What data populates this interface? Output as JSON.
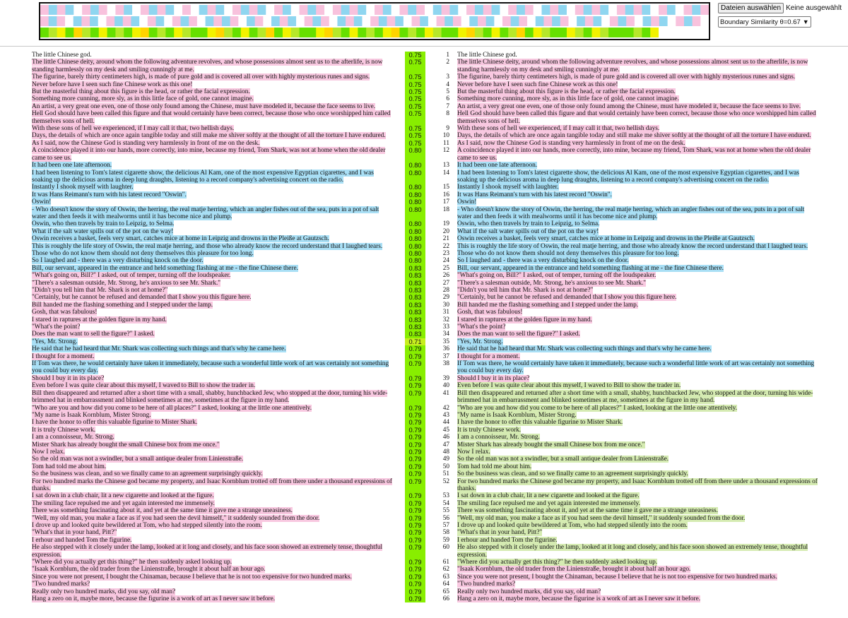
{
  "controls": {
    "file_button": "Dateien auswählen",
    "file_status": "Keine ausgewählt",
    "select_value": "Boundary Similarity θ=0.67"
  },
  "overview": {
    "colors": {
      "pink": "#f8c2dd",
      "blue": "#8fd6f0",
      "white": "#ffffff",
      "green": "#66e000",
      "yellow": "#f2f200",
      "lime": "#b6e82a",
      "orange": "#ffd400"
    },
    "rows": [
      [
        "pink",
        "blue",
        "pink",
        "blue",
        "white",
        "pink",
        "blue",
        "pink",
        "white",
        "pink",
        "blue",
        "white",
        "pink",
        "blue",
        "pink",
        "blue",
        "white",
        "pink",
        "white",
        "blue",
        "pink",
        "blue",
        "white",
        "pink",
        "blue",
        "pink",
        "blue",
        "white",
        "pink",
        "blue",
        "white",
        "pink",
        "blue",
        "pink",
        "white",
        "pink",
        "blue",
        "pink",
        "blue",
        "white",
        "pink",
        "blue",
        "white",
        "pink",
        "blue",
        "pink",
        "white",
        "blue",
        "pink",
        "blue",
        "white",
        "pink",
        "blue",
        "pink",
        "blue",
        "white",
        "pink",
        "blue",
        "pink",
        "white",
        "blue",
        "pink",
        "blue",
        "white",
        "pink",
        "blue",
        "pink",
        "blue",
        "white",
        "pink",
        "blue",
        "pink",
        "blue",
        "white",
        "pink",
        "blue",
        "white",
        "pink",
        "blue",
        "pink"
      ],
      [
        "pink",
        "blue",
        "pink",
        "white",
        "blue",
        "pink",
        "blue",
        "white",
        "pink",
        "blue",
        "pink",
        "blue",
        "white",
        "pink",
        "blue",
        "white",
        "pink",
        "blue",
        "pink",
        "white",
        "blue",
        "pink",
        "blue",
        "pink",
        "white",
        "blue",
        "pink",
        "white",
        "blue",
        "pink",
        "blue",
        "white",
        "pink",
        "blue",
        "pink",
        "white",
        "blue",
        "pink",
        "blue",
        "white",
        "pink",
        "blue",
        "pink",
        "blue",
        "white",
        "pink",
        "blue",
        "white",
        "pink",
        "blue",
        "pink",
        "white",
        "blue",
        "pink",
        "blue",
        "white",
        "pink",
        "blue",
        "pink",
        "white",
        "blue",
        "pink",
        "blue",
        "pink",
        "white",
        "blue",
        "pink",
        "blue",
        "white",
        "pink",
        "blue",
        "pink",
        "white",
        "blue",
        "pink",
        "blue",
        "white",
        "pink",
        "blue",
        "pink",
        "white"
      ],
      [
        "green",
        "lime",
        "yellow",
        "green",
        "orange",
        "lime",
        "green",
        "yellow",
        "green",
        "lime",
        "green",
        "yellow",
        "orange",
        "green",
        "lime",
        "green",
        "yellow",
        "lime",
        "green",
        "green",
        "yellow",
        "orange",
        "lime",
        "green",
        "yellow",
        "green",
        "lime",
        "orange",
        "green",
        "yellow",
        "lime",
        "green",
        "green",
        "yellow",
        "orange",
        "lime",
        "green",
        "yellow",
        "green",
        "lime",
        "green",
        "yellow",
        "orange",
        "green",
        "lime",
        "green",
        "yellow",
        "lime",
        "green",
        "green",
        "yellow",
        "orange",
        "lime",
        "green",
        "yellow",
        "green",
        "lime",
        "orange",
        "green",
        "yellow",
        "lime",
        "green",
        "green",
        "yellow",
        "lime",
        "green",
        "yellow",
        "lime",
        "green",
        "green",
        "green",
        "lime",
        "green",
        "yellow",
        "white",
        "white",
        "white",
        "white",
        "white",
        "white"
      ]
    ]
  },
  "lines": [
    {
      "no": "1",
      "score": "0.75",
      "cls": "",
      "sc": "sg",
      "text": "The little Chinese god."
    },
    {
      "no": "2",
      "score": "0.75",
      "cls": "pk",
      "sc": "sg",
      "text": "The little Chinese deity, around whom the following adventure revolves, and whose possessions almost sent us to the afterlife, is now standing harmlessly on my desk and smiling cunningly at me."
    },
    {
      "no": "3",
      "score": "0.75",
      "cls": "pk",
      "sc": "sg",
      "text": "The figurine, barely thirty centimeters high, is made of pure gold and is covered all over with highly mysterious runes and signs."
    },
    {
      "no": "4",
      "score": "0.75",
      "cls": "pk",
      "sc": "sg",
      "text": "Never before have I seen such fine Chinese work as this one!"
    },
    {
      "no": "5",
      "score": "0.75",
      "cls": "pk",
      "sc": "sg",
      "text": "But the masterful thing about this figure is the head, or rather the facial expression."
    },
    {
      "no": "6",
      "score": "0.75",
      "cls": "pk",
      "sc": "sg",
      "text": "Something more cunning, more sly, as in this little face of gold, one cannot imagine."
    },
    {
      "no": "7",
      "score": "0.75",
      "cls": "pk",
      "sc": "sg",
      "text": "An artist, a very great one even, one of those only found among the Chinese, must have modeled it, because the face seems to live."
    },
    {
      "no": "8",
      "score": "0.75",
      "cls": "pk",
      "sc": "sg",
      "text": "Hell God should have been called this figure and that would certainly have been correct, because those who once worshipped him called themselves sons of hell."
    },
    {
      "no": "9",
      "score": "0.75",
      "cls": "pk",
      "sc": "sg",
      "text": "With these sons of hell we experienced, if I may call it that, two hellish days."
    },
    {
      "no": "10",
      "score": "0.75",
      "cls": "pk",
      "sc": "sg",
      "text": "Days, the details of which are once again tangible today and still make me shiver softly at the thought of all the torture I have endured."
    },
    {
      "no": "11",
      "score": "0.75",
      "cls": "pk",
      "sc": "sg",
      "text": "As I said, now the Chinese God is standing very harmlessly in front of me on the desk."
    },
    {
      "no": "12",
      "score": "0.80",
      "cls": "pk",
      "sc": "sg",
      "text": "A coincidence played it into our hands, more correctly, into mine, because my friend, Tom Shark, was not at home when the old dealer came to see us."
    },
    {
      "no": "13",
      "score": "0.80",
      "cls": "bl",
      "sc": "sg",
      "text": "It had been one late afternoon."
    },
    {
      "no": "14",
      "score": "0.80",
      "cls": "bl",
      "sc": "sg",
      "text": "I had been listening to Tom's latest cigarette show, the delicious Al Kam, one of the most expensive Egyptian cigarettes, and I was soaking up the delicious aroma in deep lung draughts, listening to a record company's advertising concert on the radio."
    },
    {
      "no": "15",
      "score": "0.80",
      "cls": "bl",
      "sc": "sg",
      "text": "Instantly I shook myself with laughter."
    },
    {
      "no": "16",
      "score": "0.80",
      "cls": "bl",
      "sc": "sg",
      "text": "It was Hans Reimann's turn with his latest record \"Oswin\"."
    },
    {
      "no": "17",
      "score": "0.80",
      "cls": "bl",
      "sc": "sg",
      "text": "Oswin!"
    },
    {
      "no": "18",
      "score": "0.80",
      "cls": "bl",
      "sc": "sg",
      "text": "- Who doesn't know the story of Oswin, the herring, the real matje herring, which an angler fishes out of the sea, puts in a pot of salt water and then feeds it with mealworms until it has become nice and plump."
    },
    {
      "no": "19",
      "score": "0.80",
      "cls": "bl",
      "sc": "sg",
      "text": "Oswin, who then travels by train to Leipzig, to Selma."
    },
    {
      "no": "20",
      "score": "0.80",
      "cls": "bl",
      "sc": "sg",
      "text": "What if the salt water spills out of the pot on the way!"
    },
    {
      "no": "21",
      "score": "0.80",
      "cls": "bl",
      "sc": "sg",
      "text": "Oswin receives a basket, feels very smart, catches mice at home in Leipzig and drowns in the Pleiße at Gautzsch."
    },
    {
      "no": "22",
      "score": "0.80",
      "cls": "bl",
      "sc": "sg",
      "text": "This is roughly the life story of Oswin, the real matje herring, and those who already know the record understand that I laughed tears."
    },
    {
      "no": "23",
      "score": "0.80",
      "cls": "bl",
      "sc": "sg",
      "text": "Those who do not know them should not deny themselves this pleasure for too long."
    },
    {
      "no": "24",
      "score": "0.80",
      "cls": "bl",
      "sc": "sg",
      "text": "So I laughed and - there was a very disturbing knock on the door."
    },
    {
      "no": "25",
      "score": "0.83",
      "cls": "bl",
      "sc": "sg",
      "text": "Bill, our servant, appeared in the entrance and held something flashing at me - the fine Chinese there."
    },
    {
      "no": "26",
      "score": "0.83",
      "cls": "pk",
      "sc": "sg",
      "text": "\"What's going on, Bill?\" I asked, out of temper, turning off the loudspeaker."
    },
    {
      "no": "27",
      "score": "0.83",
      "cls": "pk",
      "sc": "sg",
      "text": "\"There's a salesman outside, Mr. Strong, he's anxious to see Mr. Shark.\""
    },
    {
      "no": "28",
      "score": "0.83",
      "cls": "pk",
      "sc": "sg",
      "text": "\"Didn't you tell him that Mr. Shark is not at home?\""
    },
    {
      "no": "29",
      "score": "0.83",
      "cls": "pk",
      "sc": "sg",
      "text": "\"Certainly, but he cannot be refused and demanded that I show you this figure here."
    },
    {
      "no": "30",
      "score": "0.83",
      "cls": "pk",
      "sc": "sg",
      "text": "Bill handed me the flashing something and I stepped under the lamp."
    },
    {
      "no": "31",
      "score": "0.83",
      "cls": "pk",
      "sc": "sg",
      "text": "Gosh, that was fabulous!"
    },
    {
      "no": "32",
      "score": "0.83",
      "cls": "pk",
      "sc": "sg",
      "text": "I stared in raptures at the golden figure in my hand."
    },
    {
      "no": "33",
      "score": "0.83",
      "cls": "pk",
      "sc": "sg",
      "text": "\"What's the point?"
    },
    {
      "no": "34",
      "score": "0.83",
      "cls": "pk",
      "sc": "sg",
      "text": "Does the man want to sell the figure?\" I asked."
    },
    {
      "no": "35",
      "score": "0.71",
      "cls": "bl",
      "sc": "sy",
      "text": "\"Yes, Mr. Strong."
    },
    {
      "no": "36",
      "score": "0.79",
      "cls": "bl",
      "sc": "sg",
      "text": "He said that he had heard that Mr. Shark was collecting such things and that's why he came here."
    },
    {
      "no": "37",
      "score": "0.79",
      "cls": "pk",
      "sc": "sg",
      "text": "I thought for a moment."
    },
    {
      "no": "38",
      "score": "0.79",
      "cls": "bl",
      "sc": "sg",
      "text": "If Tom was there, he would certainly have taken it immediately, because such a wonderful little work of art was certainly not something you could buy every day."
    },
    {
      "no": "39",
      "score": "0.79",
      "cls": "pk",
      "sc": "sg",
      "text": "Should I buy it in its place?"
    },
    {
      "no": "40",
      "score": "0.79",
      "cls": "pk",
      "sc": "sg",
      "text": "Even before I was quite clear about this myself, I waved to Bill to show the trader in."
    },
    {
      "no": "41",
      "score": "0.79",
      "cls": "pk",
      "sc": "sg",
      "text": "Bill then disappeared and returned after a short time with a small, shabby, hunchbacked Jew, who stopped at the door, turning his wide-brimmed hat in embarrassment and blinked sometimes at me, sometimes at the figure in my hand."
    },
    {
      "no": "42",
      "score": "0.79",
      "cls": "pk",
      "sc": "sg",
      "text": "\"Who are you and how did you come to be here of all places?\" I asked, looking at the little one attentively."
    },
    {
      "no": "43",
      "score": "0.79",
      "cls": "pk",
      "sc": "sg",
      "text": "\"My name is Isaak Kornblum, Mister Strong."
    },
    {
      "no": "44",
      "score": "0.79",
      "cls": "pk",
      "sc": "sg",
      "text": "I have the honor to offer this valuable figurine to Mister Shark."
    },
    {
      "no": "45",
      "score": "0.79",
      "cls": "pk",
      "sc": "sg",
      "text": "It is truly Chinese work."
    },
    {
      "no": "46",
      "score": "0.79",
      "cls": "pk",
      "sc": "sg",
      "text": "I am a connoisseur, Mr. Strong."
    },
    {
      "no": "47",
      "score": "0.79",
      "cls": "pk",
      "sc": "sg",
      "text": "Mister Shark has already bought the small Chinese box from me once.\""
    },
    {
      "no": "48",
      "score": "0.79",
      "cls": "pk",
      "sc": "sg",
      "text": "Now I relax."
    },
    {
      "no": "49",
      "score": "0.79",
      "cls": "pk",
      "sc": "sg",
      "text": "So the old man was not a swindler, but a small antique dealer from Linienstraße."
    },
    {
      "no": "50",
      "score": "0.79",
      "cls": "pk",
      "sc": "sg",
      "text": "Tom had told me about him."
    },
    {
      "no": "51",
      "score": "0.79",
      "cls": "pk",
      "sc": "sg",
      "text": "So the business was clean, and so we finally came to an agreement surprisingly quickly."
    },
    {
      "no": "52",
      "score": "0.79",
      "cls": "pk",
      "sc": "sg",
      "text": "For two hundred marks the Chinese god became my property, and Isaac Kornblum trotted off from there under a thousand expressions of thanks."
    },
    {
      "no": "53",
      "score": "0.79",
      "cls": "pk",
      "sc": "sg",
      "text": "I sat down in a club chair, lit a new cigarette and looked at the figure."
    },
    {
      "no": "54",
      "score": "0.79",
      "cls": "pk",
      "sc": "sg",
      "text": "The smiling face repulsed me and yet again interested me immensely."
    },
    {
      "no": "55",
      "score": "0.79",
      "cls": "pk",
      "sc": "sg",
      "text": "There was something fascinating about it, and yet at the same time it gave me a strange uneasiness."
    },
    {
      "no": "56",
      "score": "0.79",
      "cls": "pk",
      "sc": "sg",
      "text": "\"Well, my old man, you make a face as if you had seen the devil himself,\" it suddenly sounded from the door."
    },
    {
      "no": "57",
      "score": "0.79",
      "cls": "pk",
      "sc": "sg",
      "text": "I drove up and looked quite bewildered at Tom, who had stepped silently into the room."
    },
    {
      "no": "58",
      "score": "0.79",
      "cls": "pk",
      "sc": "sg",
      "text": "\"What's that in your hand, Pitt?\""
    },
    {
      "no": "59",
      "score": "0.79",
      "cls": "pk",
      "sc": "sg",
      "text": "I erhour and handed Tom the figurine."
    },
    {
      "no": "60",
      "score": "0.79",
      "cls": "pk",
      "sc": "sg",
      "text": "He also stepped with it closely under the lamp, looked at it long and closely, and his face soon showed an extremely tense, thoughtful expression."
    },
    {
      "no": "61",
      "score": "0.79",
      "cls": "pk",
      "sc": "sg",
      "text": "\"Where did you actually get this thing?\" he then suddenly asked looking up."
    },
    {
      "no": "62",
      "score": "0.79",
      "cls": "pk",
      "sc": "sg",
      "text": "\"Isaak Kornblum, the old trader from the Linienstraße, brought it about half an hour ago."
    },
    {
      "no": "63",
      "score": "0.79",
      "cls": "pk",
      "sc": "sg",
      "text": "Since you were not present, I bought the Chinaman, because I believe that he is not too expensive for two hundred marks."
    },
    {
      "no": "64",
      "score": "0.79",
      "cls": "pk",
      "sc": "sg",
      "text": "\"Two hundred marks?"
    },
    {
      "no": "65",
      "score": "0.79",
      "cls": "pk",
      "sc": "sg",
      "text": "Really only two hundred marks, did you say, old man?"
    },
    {
      "no": "66",
      "score": "0.79",
      "cls": "pk",
      "sc": "sg",
      "text": "Hang a zero on it, maybe more, because the figurine is a work of art as I never saw it before."
    }
  ]
}
